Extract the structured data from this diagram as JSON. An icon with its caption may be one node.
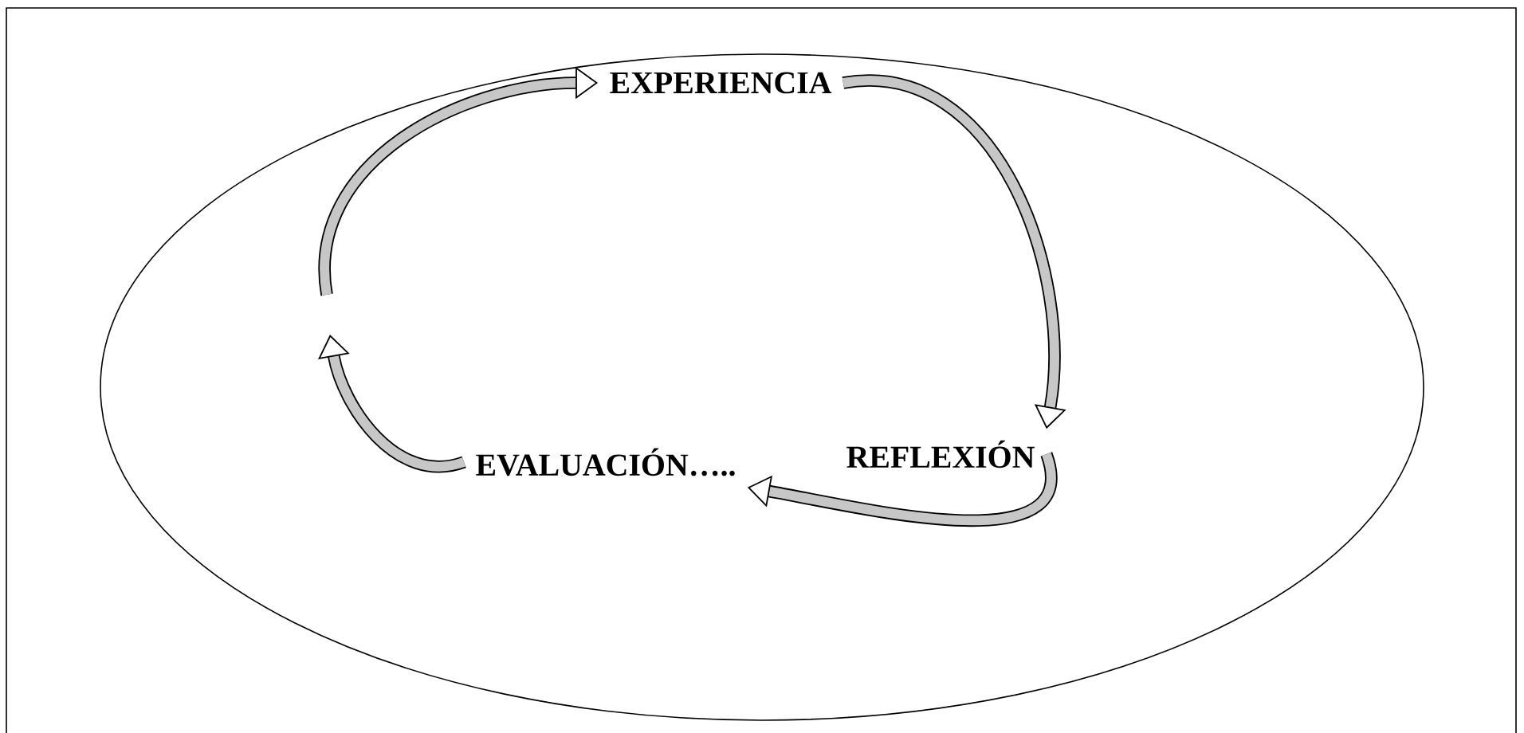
{
  "diagram": {
    "nodes": [
      {
        "text": [],
        "shape": "ellipse"
      },
      {
        "text": [
          "EXPERIENCIA"
        ],
        "in": 0
      },
      {
        "text": [
          "REFLEXIÓN"
        ],
        "in": 0
      },
      {
        "text": [
          "EVALUACIÓN….."
        ],
        "in": 0
      }
    ],
    "edges": [
      {
        "from": 1,
        "to": 2,
        "arrow": "to"
      },
      {
        "from": 2,
        "to": 3,
        "arrow": "to"
      },
      {
        "from": 3,
        "to": null,
        "arrow": "to"
      },
      {
        "from": null,
        "to": 1,
        "arrow": "to"
      }
    ]
  }
}
